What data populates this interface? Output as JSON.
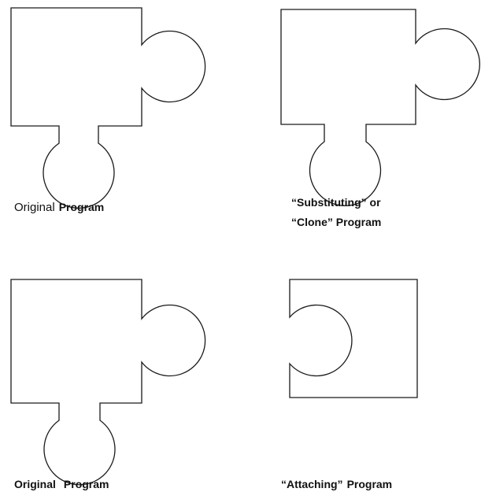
{
  "diagram": {
    "captions": {
      "top_left": {
        "word1": "Original",
        "word2": "Program"
      },
      "top_right": {
        "line1": "“Substituting”  or",
        "line2": "“Clone”  Program"
      },
      "bottom_left": {
        "word1": "Original",
        "word2": "Program"
      },
      "bottom_right": {
        "word1": "“Attaching”",
        "word2": "Program"
      }
    },
    "colors": {
      "stroke": "#1a1a1a",
      "background": "#ffffff",
      "text": "#111111"
    }
  }
}
